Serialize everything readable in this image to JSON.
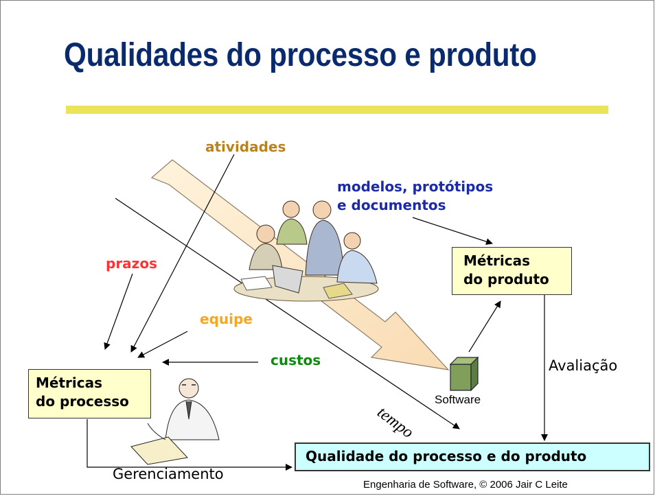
{
  "slide": {
    "title": "Qualidades do processo e produto",
    "footer": "Engenharia de Software, © 2006 Jair C Leite"
  },
  "diagram": {
    "labels": {
      "atividades": "atividades",
      "modelos_line1": "modelos, protótipos",
      "modelos_line2": "e documentos",
      "prazos": "prazos",
      "equipe": "equipe",
      "custos": "custos",
      "tempo": "tempo",
      "software": "Software",
      "avaliacao": "Avaliação",
      "gerenciamento": "Gerenciamento"
    },
    "boxes": {
      "metricas_produto_line1": "Métricas",
      "metricas_produto_line2": "do produto",
      "metricas_processo_line1": "Métricas",
      "metricas_processo_line2": "do processo",
      "qualidade": "Qualidade do processo e do produto"
    },
    "colors": {
      "title": "#0a2a6e",
      "atividades": "#b8821e",
      "modelos": "#1a2aa8",
      "prazos": "#ff3333",
      "equipe": "#f5a623",
      "custos": "#0e8a0e",
      "metric_box": "#ffffcc",
      "quality_box": "#ccffff",
      "big_arrow": "#fde7c6"
    },
    "illustrations": [
      "team-meeting-clipart",
      "writing-man-clipart",
      "software-cube-icon"
    ]
  }
}
